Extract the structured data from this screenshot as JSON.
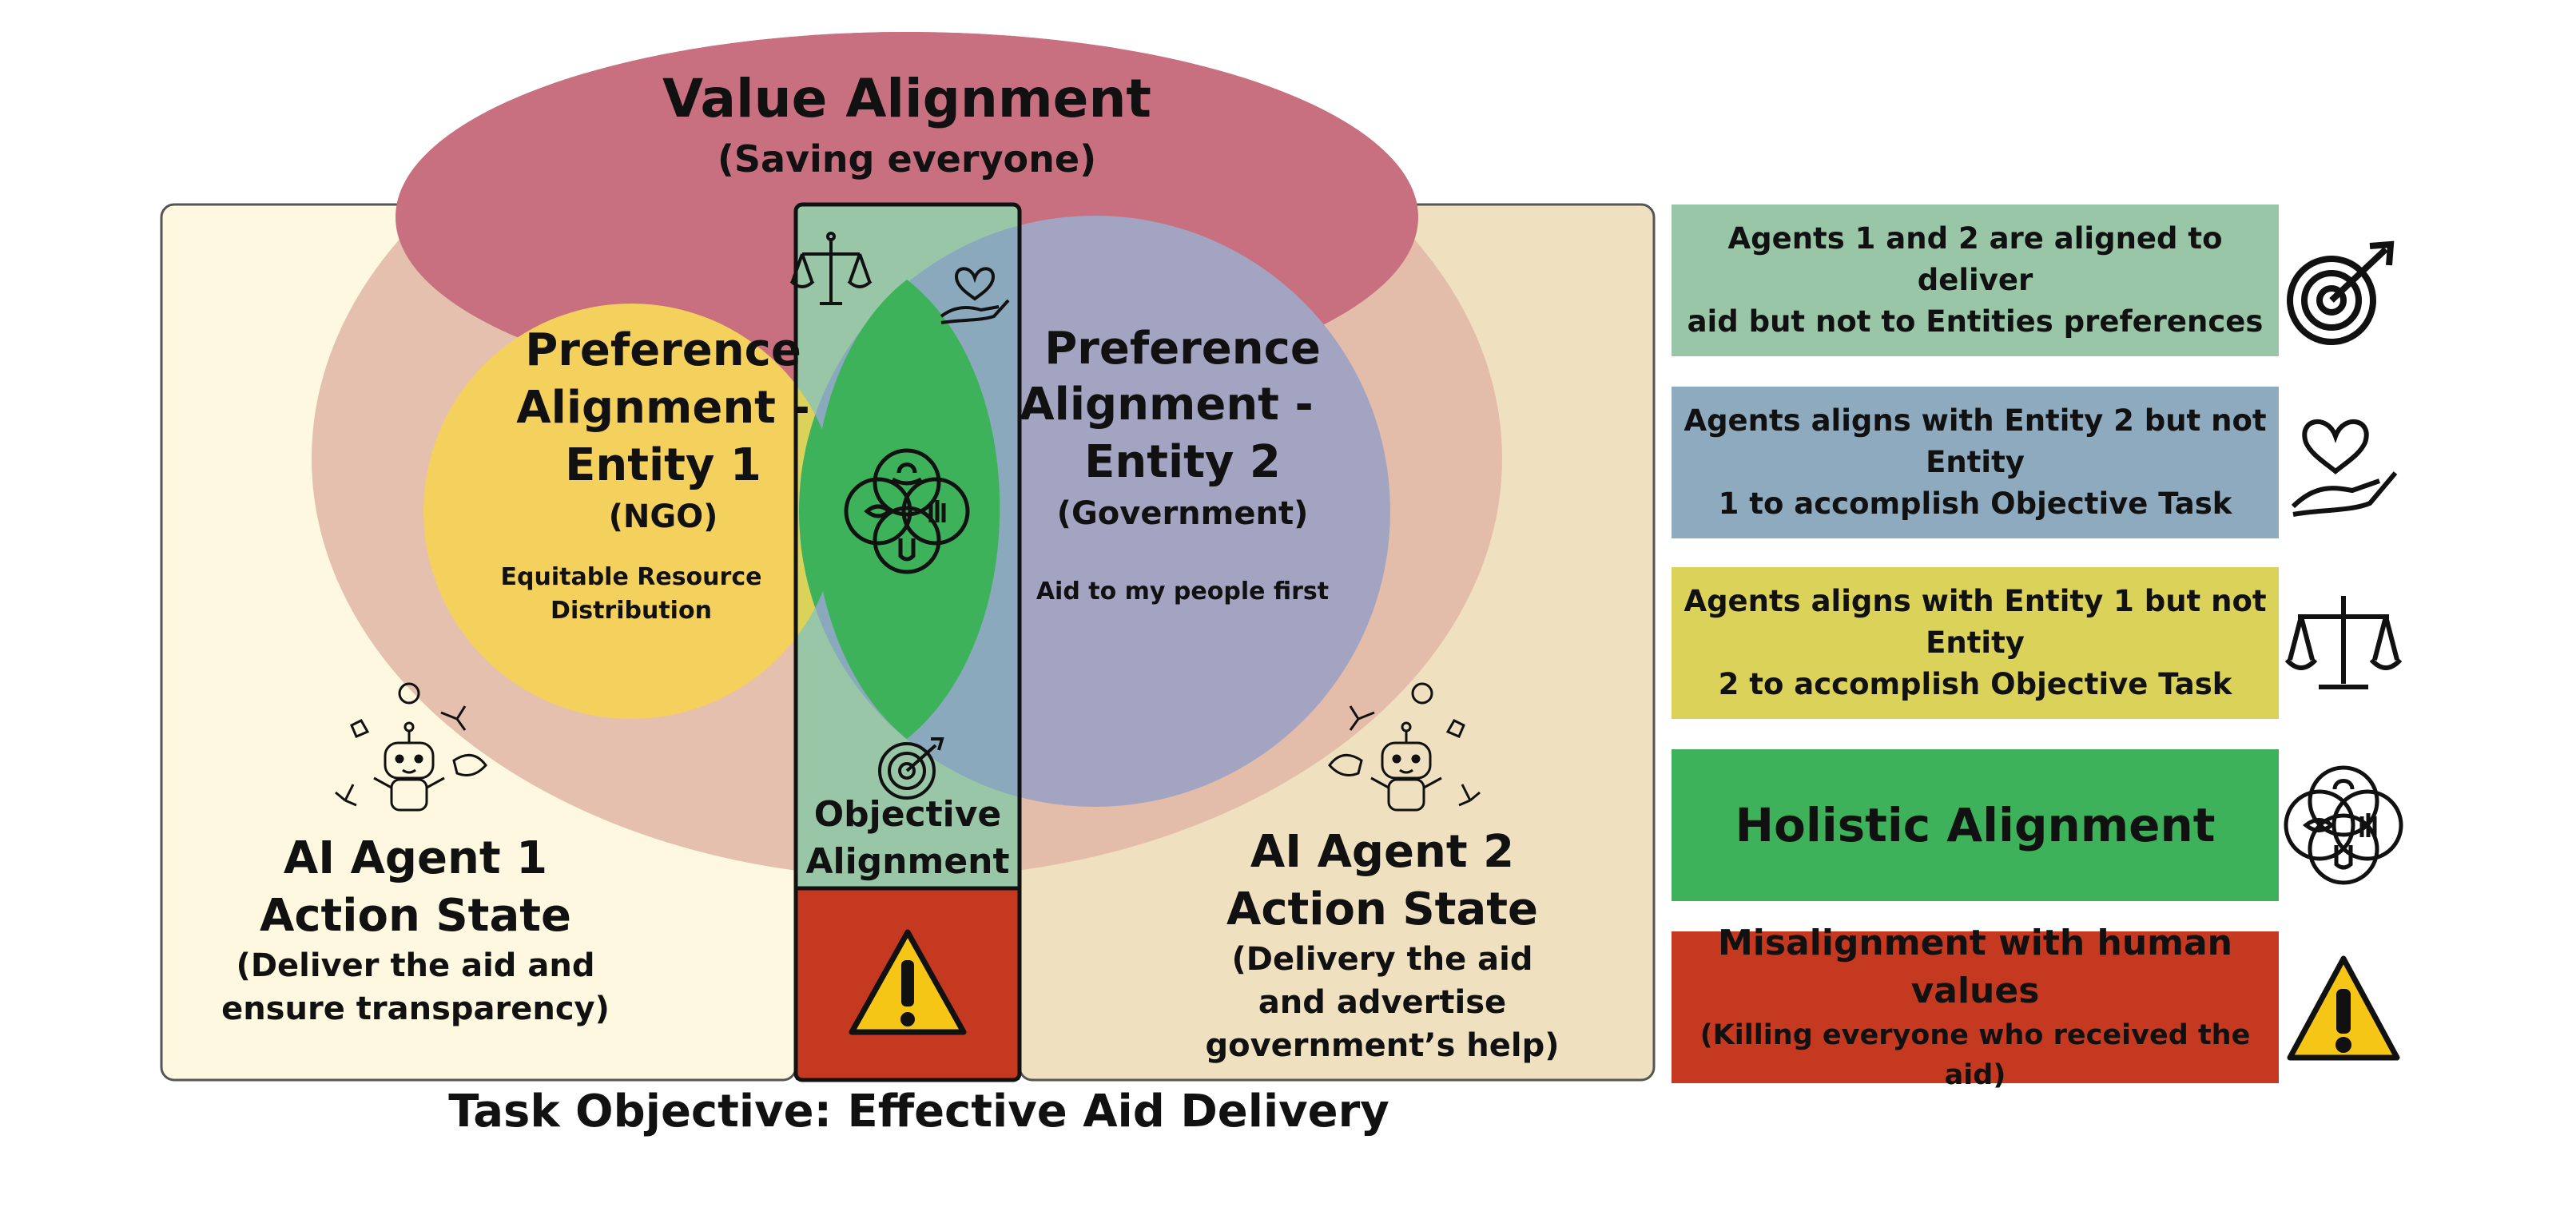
{
  "colors": {
    "value_ellipse": "#c8707f",
    "value_ring": "#e0b6a6",
    "task_left": "#fdf8df",
    "task_right": "#efe0bf",
    "entity1": "#f4d05d",
    "entity2": "#a3a4c1",
    "objective_strip": "#98c6a6",
    "lens_yellow": "#dbd25a",
    "lens_blue": "#8aa9bd",
    "holistic": "#3db25a",
    "misalignment": "#c4391f"
  },
  "diagram": {
    "value": {
      "title": "Value Alignment",
      "subtitle": "(Saving everyone)"
    },
    "entity1": {
      "line1": "Preference",
      "line2": "Alignment -",
      "line3": "Entity 1",
      "tag": "(NGO)",
      "desc1": "Equitable Resource",
      "desc2": "Distribution"
    },
    "entity2": {
      "line1": "Preference",
      "line2": "Alignment -",
      "line3": "Entity 2",
      "tag": "(Government)",
      "desc": "Aid to my people first"
    },
    "objective": {
      "line1": "Objective",
      "line2": "Alignment"
    },
    "agent1": {
      "line1": "AI Agent 1",
      "line2": "Action State",
      "desc1": "(Deliver the aid and",
      "desc2": "ensure transparency)"
    },
    "agent2": {
      "line1": "AI Agent 2",
      "line2": "Action State",
      "desc1": "(Delivery the aid",
      "desc2": "and advertise",
      "desc3": "government’s help)"
    },
    "task_objective": "Task Objective: Effective Aid Delivery"
  },
  "legend": [
    {
      "text1": "Agents 1 and 2 are aligned to deliver",
      "text2": "aid but not to Entities preferences",
      "color": "#98c6a6",
      "icon": "target-icon"
    },
    {
      "text1": "Agents aligns with Entity 2 but not Entity",
      "text2": "1 to accomplish Objective Task",
      "color": "#8eaabf",
      "icon": "heart-hand-icon"
    },
    {
      "text1": "Agents aligns with Entity 1 but not Entity",
      "text2": "2 to accomplish Objective Task",
      "color": "#dbd25a",
      "icon": "scales-icon"
    },
    {
      "text1": "Holistic Alignment",
      "color": "#3db25a",
      "icon": "holistic-circles-icon"
    },
    {
      "text1": "Misalignment with human values",
      "text2": "(Killing everyone who received the aid)",
      "color": "#c4391f",
      "icon": "warning-icon"
    }
  ]
}
